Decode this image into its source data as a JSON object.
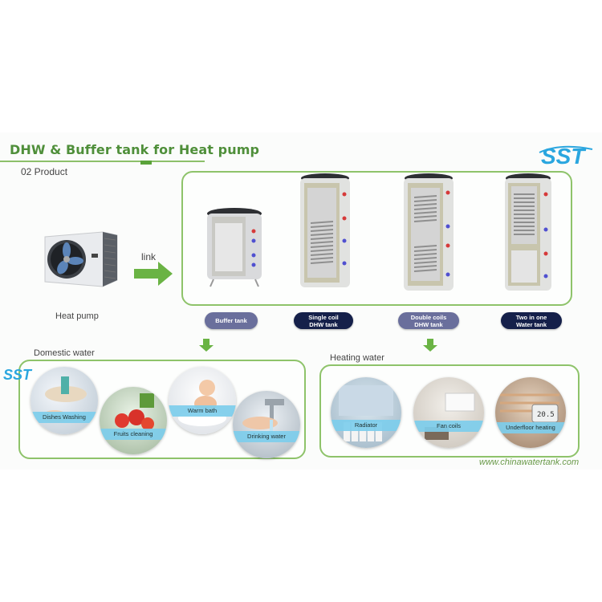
{
  "header": {
    "title": "DHW & Buffer tank for Heat pump",
    "subtitle": "02  Product",
    "logo_text": "SST"
  },
  "link_label": "link",
  "heat_pump_label": "Heat pump",
  "tanks": [
    {
      "line1": "Buffer tank",
      "line2": ""
    },
    {
      "line1": "Single coil",
      "line2": "DHW tank"
    },
    {
      "line1": "Double coils",
      "line2": "DHW tank"
    },
    {
      "line1": "Two in one",
      "line2": "Water tank"
    }
  ],
  "domestic": {
    "heading": "Domestic water",
    "items": [
      "Dishes Washing",
      "Fruits cleaning",
      "Warm bath",
      "Drinking water"
    ]
  },
  "heating": {
    "heading": "Heating water",
    "items": [
      "Radiator",
      "Fan coils",
      "Underfloor heating"
    ]
  },
  "thermostat_reading": "20.5",
  "website": "www.chinawatertank.com",
  "colors": {
    "accent": "#6ab344",
    "title": "#4f8f3a",
    "pill_dark": "#15204a",
    "pill_light": "#6a6f9c",
    "caption": "#7dcdeb"
  }
}
